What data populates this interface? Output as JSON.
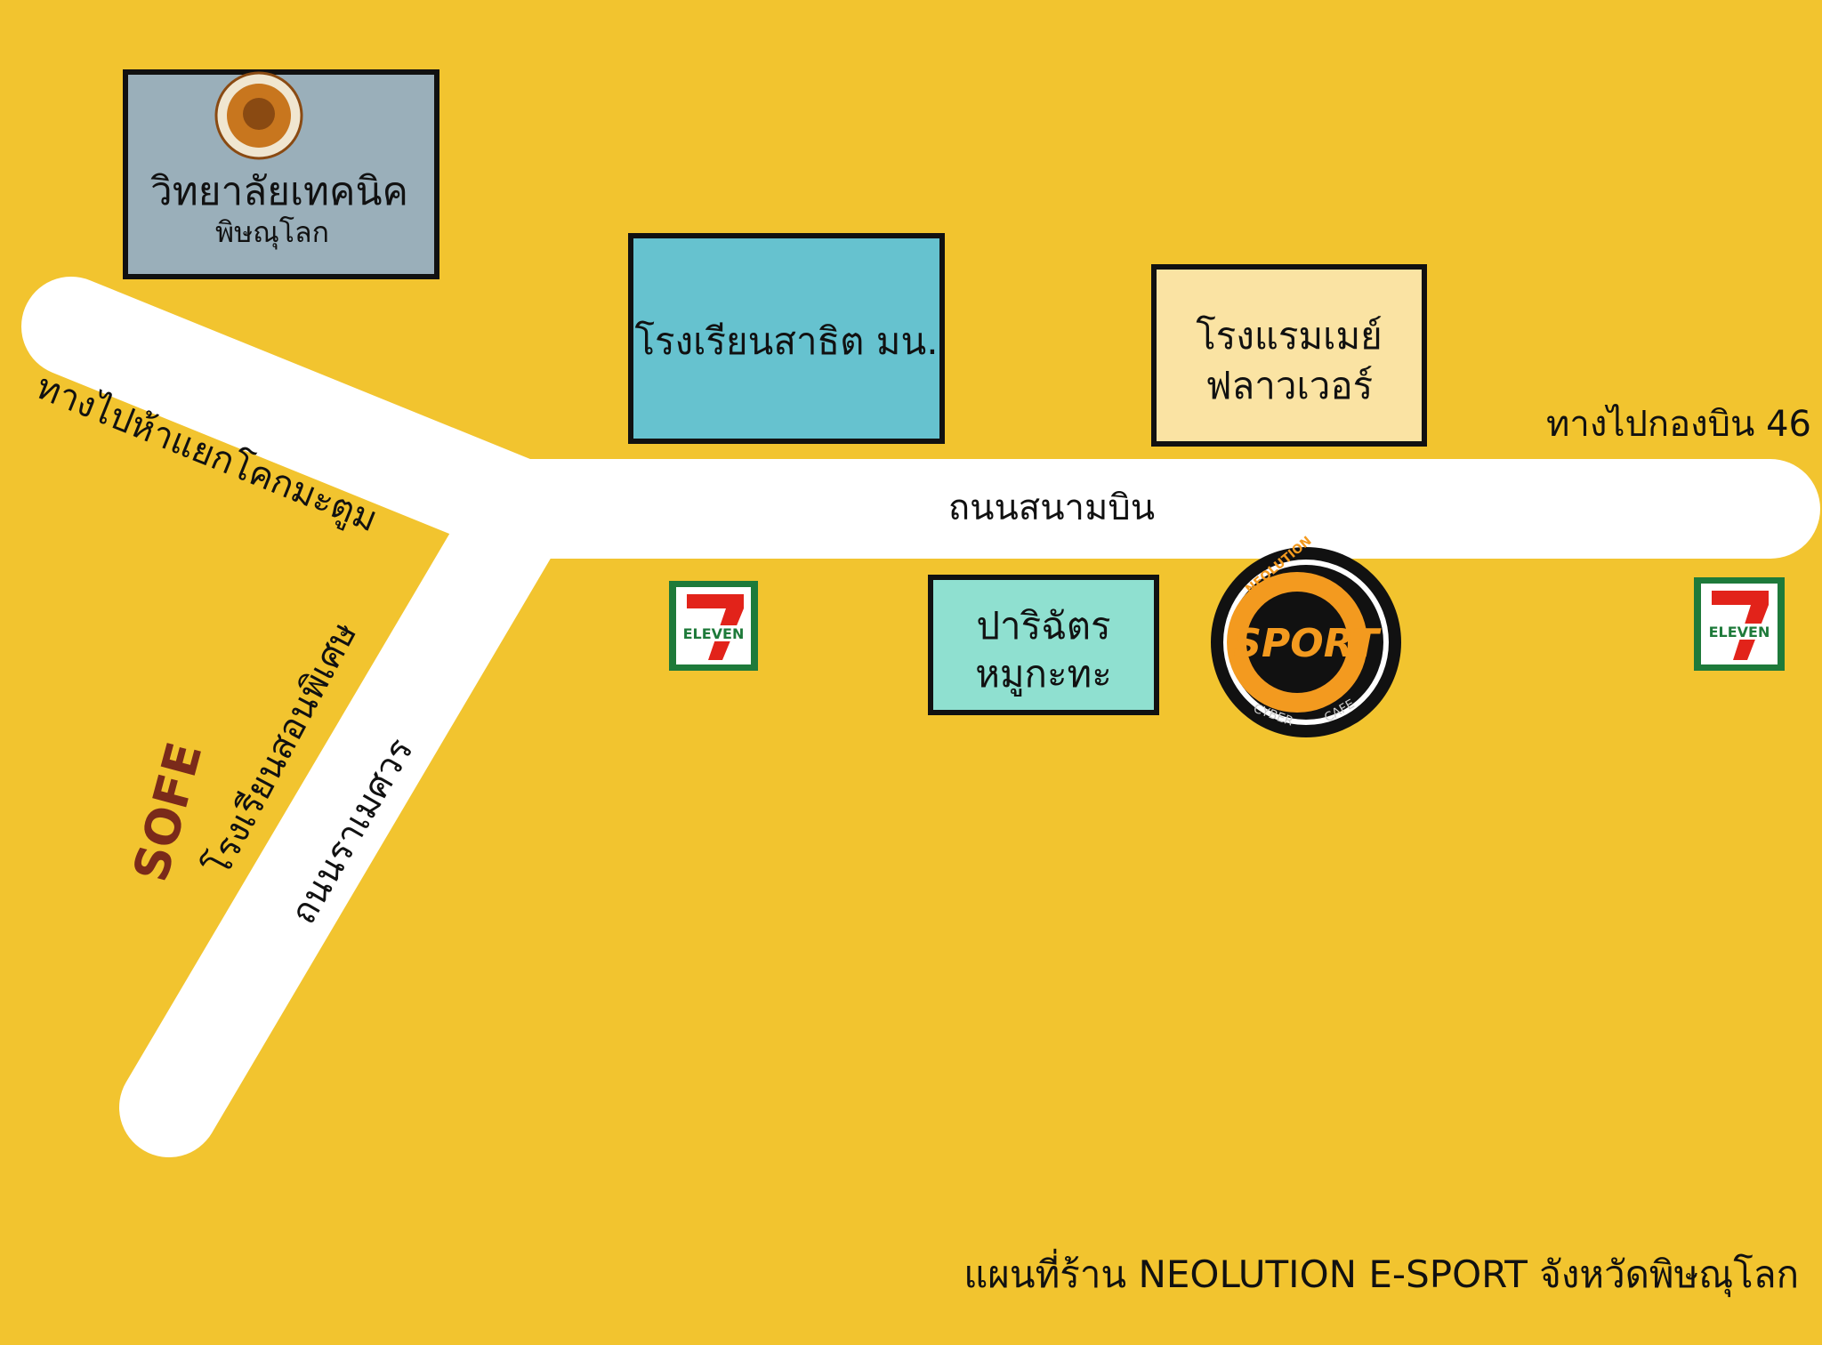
{
  "colors": {
    "background": "#f2c42f",
    "road": "#ffffff",
    "college": "#9aafba",
    "satit": "#66c2cf",
    "hotel": "#fae3a3",
    "parichat": "#8fe0d0",
    "sofe": "#7a2a1a",
    "esport_orange": "#f39a1f",
    "seven_green": "#1e7a3a",
    "seven_red": "#e2231a"
  },
  "landmarks": {
    "college": {
      "line1": "วิทยาลัยเทคนิค",
      "line2": "พิษณุโลก"
    },
    "satit": {
      "label": "โรงเรียนสาธิต มน."
    },
    "hotel": {
      "line1": "โรงแรมเมย์",
      "line2": "ฟลาวเวอร์"
    },
    "parichat": {
      "line1": "ปาริฉัตร",
      "line2": "หมูกะทะ"
    },
    "esport": {
      "top": "NEOLUTION",
      "main": "SPORT",
      "bottom_left": "CYBER",
      "bottom_right": "CAFE"
    },
    "seven_eleven": {
      "label": "ELEVEN",
      "number": "7"
    },
    "sofe": {
      "logo": "SOFE",
      "label": "โรงเรียนสอนพิเศษ"
    }
  },
  "roads": {
    "to_kok_matum": "ทางไปห้าแยกโคกมะตูม",
    "to_wing46": "ทางไปกองบิน 46",
    "sanambin": "ถนนสนามบิน",
    "ramesuan": "ถนนราเมศวร"
  },
  "title": "แผนที่ร้าน NEOLUTION E-SPORT จังหวัดพิษณุโลก"
}
